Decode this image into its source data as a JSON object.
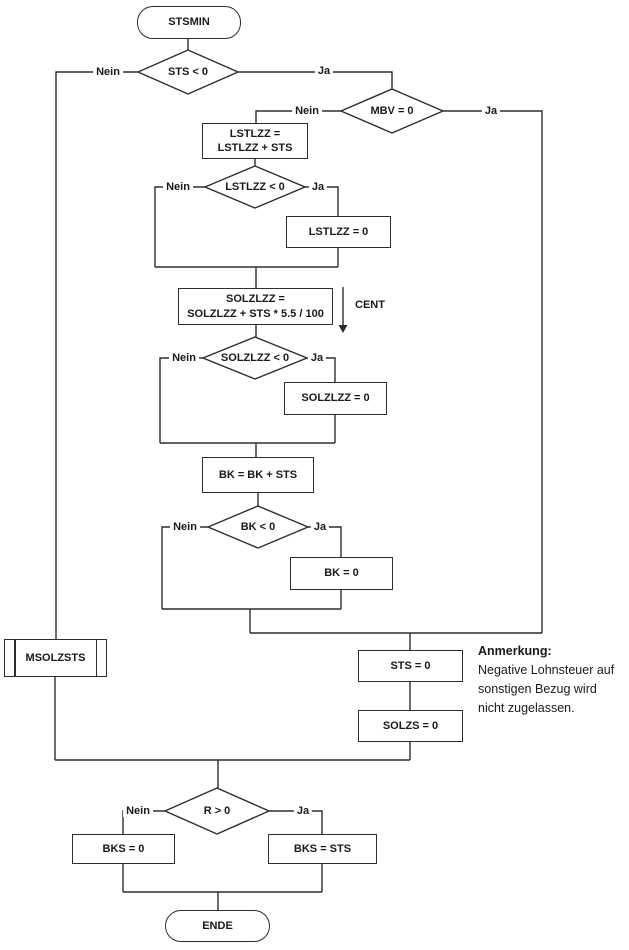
{
  "diagram": {
    "background": "#ffffff",
    "line_color": "#2e2e2e",
    "text_color": "#1a1a1a"
  },
  "nodes": {
    "start": {
      "label": "STSMIN"
    },
    "decision_sts": {
      "label": "STS < 0"
    },
    "decision_mbv": {
      "label": "MBV = 0"
    },
    "process_lstlzz": {
      "line1": "LSTLZZ =",
      "line2": "LSTLZZ + STS"
    },
    "decision_lstlzz": {
      "label": "LSTLZZ < 0"
    },
    "process_lstlzz_zero": {
      "label": "LSTLZZ = 0"
    },
    "process_solzlzz": {
      "line1": "SOLZLZZ =",
      "line2": "SOLZLZZ + STS * 5.5 / 100"
    },
    "decision_solzlzz": {
      "label": "SOLZLZZ < 0"
    },
    "process_solzlzz_zero": {
      "label": "SOLZLZZ = 0"
    },
    "process_bk": {
      "label": "BK = BK + STS"
    },
    "decision_bk": {
      "label": "BK < 0"
    },
    "process_bk_zero": {
      "label": "BK = 0"
    },
    "subroutine_msolzsts": {
      "label": "MSOLZSTS"
    },
    "process_sts_zero": {
      "label": "STS = 0"
    },
    "process_solzs_zero": {
      "label": "SOLZS = 0"
    },
    "decision_r": {
      "label": "R > 0"
    },
    "process_bks_zero": {
      "label": "BKS = 0"
    },
    "process_bks_sts": {
      "label": "BKS = STS"
    },
    "end": {
      "label": "ENDE"
    }
  },
  "edge_labels": {
    "ja": "Ja",
    "nein": "Nein",
    "cent": "CENT"
  },
  "note": {
    "heading": "Anmerkung:",
    "line1": "Negative Lohnsteuer auf",
    "line2": "sonstigen Bezug wird",
    "line3": "nicht zugelassen."
  }
}
